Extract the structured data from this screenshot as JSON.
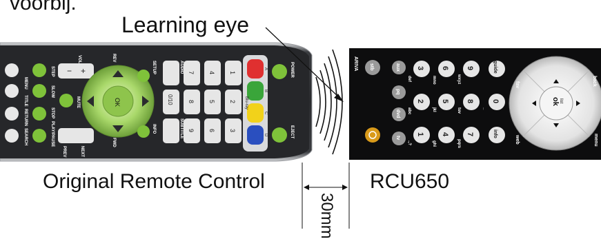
{
  "labels": {
    "top_fragment": "voorbij.",
    "learning_eye": "Learning eye",
    "original_remote": "Original Remote Control",
    "rcu": "RCU650",
    "distance": "30mm"
  },
  "original_remote": {
    "top_labels": [
      "VOL",
      "REV",
      "SETUP",
      "AUDIO",
      "A",
      "POWER"
    ],
    "bottom_labels": [
      "PREV",
      "NEXT",
      "FWD",
      "INFO",
      "SUBTITLE",
      "D",
      "EJECT"
    ],
    "left_labels": [
      "STEP",
      "SLOW",
      "STOP",
      "PLAY/PAUSE",
      "MENU",
      "TITLE",
      "RETURN",
      "SEARCH",
      "MUTE"
    ],
    "numbers": [
      "7",
      "4",
      "1",
      "8",
      "5",
      "2",
      "9",
      "6",
      "3",
      "0/10"
    ],
    "color_keys": [
      "A",
      "B",
      "C",
      "D"
    ],
    "bluray": "Blu-ray",
    "ok": "OK",
    "colors": {
      "red": "#e03030",
      "green": "#3aa53a",
      "yellow": "#f2d21a",
      "blue": "#2a4fbf",
      "lime": "#9bd43a"
    }
  },
  "rcu650": {
    "brand": "ARIVA",
    "top_row": [
      "stb",
      "aux",
      "pq",
      "dvd",
      "tv"
    ],
    "digits": [
      "3",
      "6",
      "9",
      "2",
      "5",
      "8",
      "0",
      "1",
      "4",
      "7"
    ],
    "letters": [
      "def",
      "mno",
      "wxyz",
      "abc",
      "jkl",
      "tuv",
      "_",
      ".,?",
      "ghi",
      "pqrs"
    ],
    "right_col": [
      "guide",
      "info"
    ],
    "nav": [
      "fav",
      "back",
      "web",
      "menu"
    ],
    "ok": "ok",
    "list": "list",
    "colors": {
      "power": "#d99a1a"
    }
  }
}
